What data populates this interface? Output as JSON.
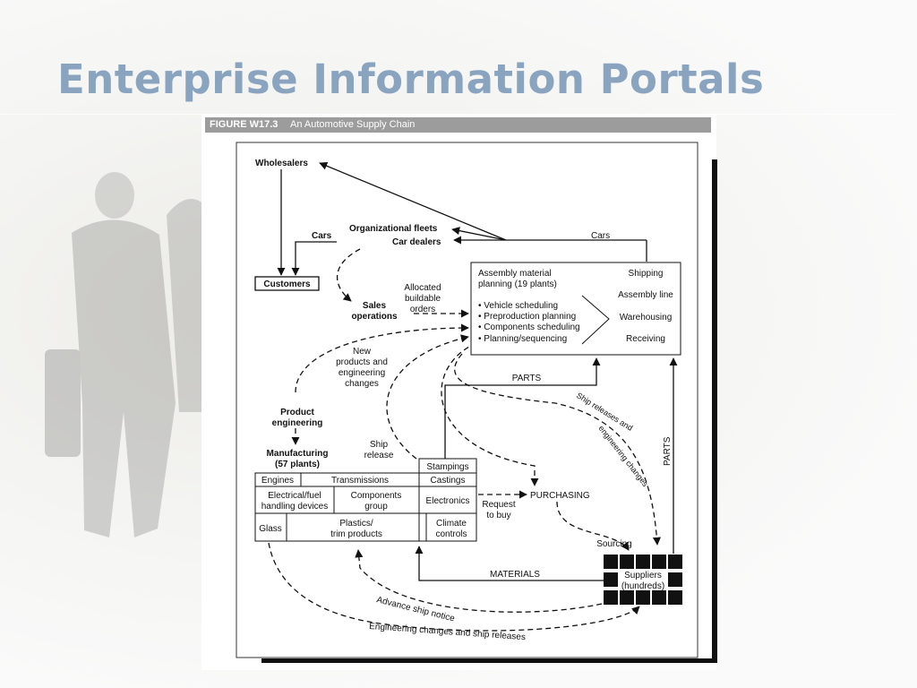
{
  "slide": {
    "title": "Enterprise Information Portals"
  },
  "figure": {
    "number": "FIGURE W17.3",
    "caption": "An Automotive Supply Chain"
  },
  "nodes": {
    "wholesalers": "Wholesalers",
    "organizational_fleets": "Organizational fleets",
    "car_dealers": "Car dealers",
    "cars_left": "Cars",
    "cars_right": "Cars",
    "customers": "Customers",
    "sales_operations": [
      "Sales",
      "operations"
    ],
    "allocated_orders": [
      "Allocated",
      "buildable",
      "orders"
    ],
    "new_products": [
      "New",
      "products and",
      "engineering",
      "changes"
    ],
    "product_engineering": [
      "Product",
      "engineering"
    ],
    "manufacturing": [
      "Manufacturing",
      "(57 plants)"
    ],
    "ship_release": [
      "Ship",
      "release"
    ],
    "parts_top": "PARTS",
    "parts_side": "PARTS",
    "ship_releases_label": [
      "Ship releases and",
      "engineering changes"
    ],
    "purchasing": "PURCHASING",
    "request_to_buy": [
      "Request",
      "to buy"
    ],
    "sourcing": "Sourcing",
    "materials": "MATERIALS",
    "suppliers": [
      "Suppliers",
      "(hundreds)"
    ],
    "advance_ship_notice": "Advance ship notice",
    "engineering_changes_releases": "Engineering changes and ship releases"
  },
  "assembly_box": {
    "heading": [
      "Assembly material",
      "planning (19 plants)"
    ],
    "bullets": [
      "• Vehicle scheduling",
      "• Preproduction planning",
      "• Components scheduling",
      "• Planning/sequencing"
    ],
    "steps": [
      "Shipping",
      "Assembly line",
      "Warehousing",
      "Receiving"
    ]
  },
  "manufacturing_grid": {
    "stampings": "Stampings",
    "engines": "Engines",
    "transmissions": "Transmissions",
    "castings": "Castings",
    "electrical": [
      "Electrical/fuel",
      "handling devices"
    ],
    "components": [
      "Components",
      "group"
    ],
    "electronics": "Electronics",
    "glass": "Glass",
    "plastics": [
      "Plastics/",
      "trim products"
    ],
    "climate": [
      "Climate",
      "controls"
    ]
  }
}
